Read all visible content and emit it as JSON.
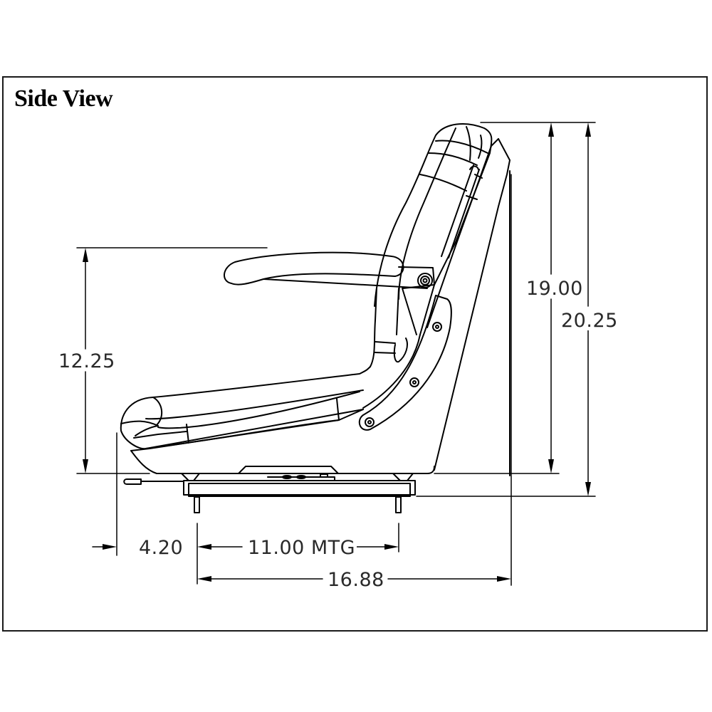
{
  "title": "Side View",
  "drawing": {
    "subject": "seat-with-armrest",
    "line_color": "#000000",
    "background": "#ffffff"
  },
  "dimensions": {
    "armrest_height": "12.25",
    "seat_front_overhang": "4.20",
    "mounting_spacing": "11.00 MTG",
    "overall_depth": "16.88",
    "backrest_height": "19.00",
    "overall_height": "20.25"
  }
}
